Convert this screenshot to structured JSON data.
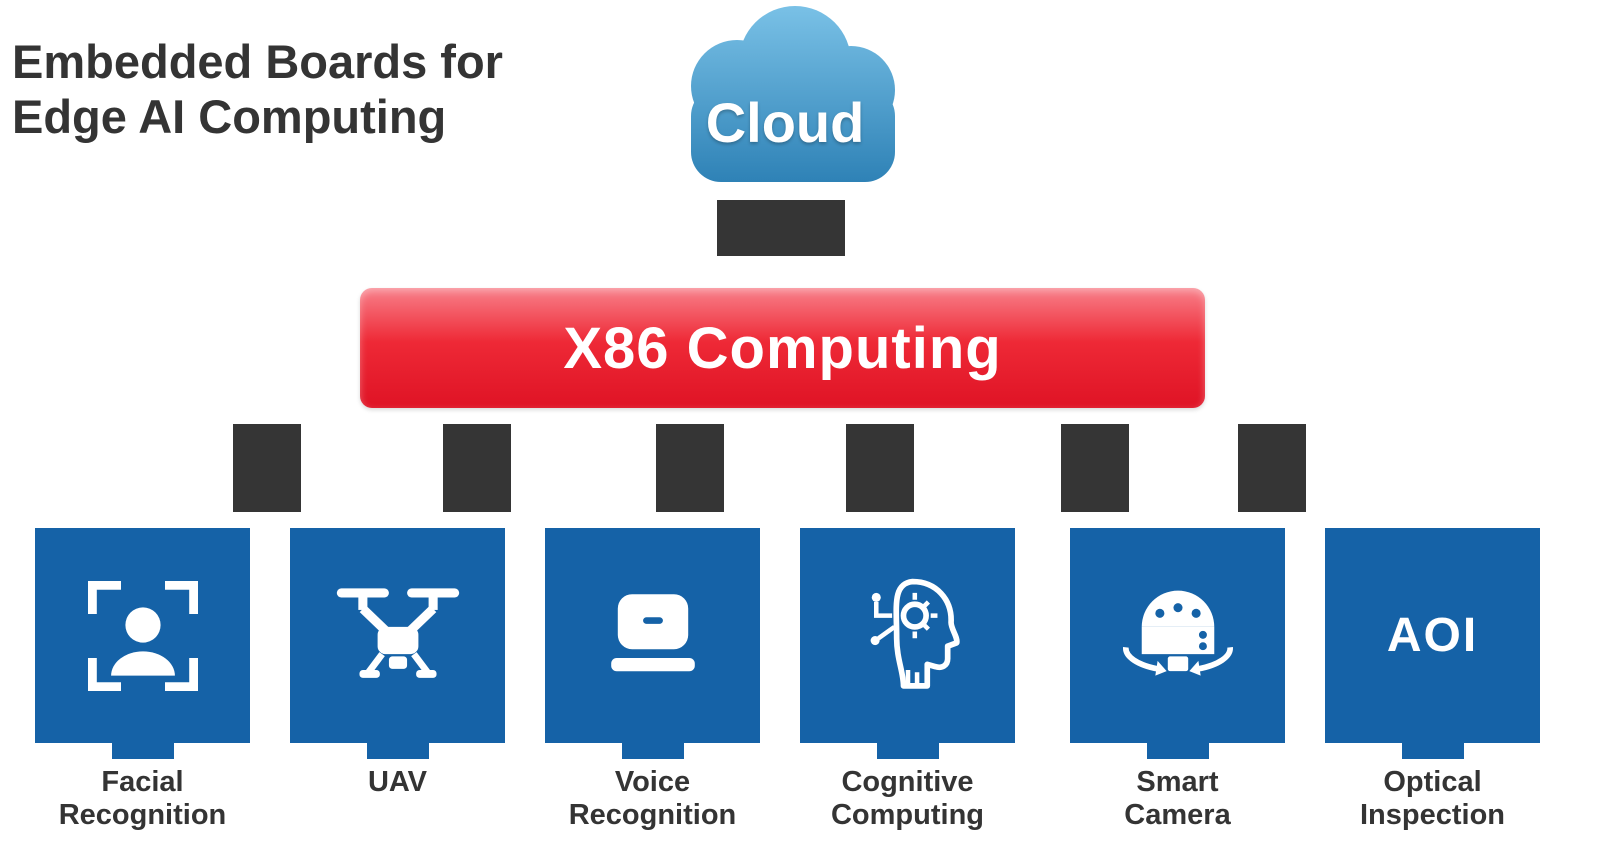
{
  "title": {
    "line1": "Embedded Boards for",
    "line2": "Edge AI Computing"
  },
  "cloud": {
    "label": "Cloud"
  },
  "banner": {
    "label": "X86 Computing"
  },
  "applications": [
    {
      "label_line1": "Facial",
      "label_line2": "Recognition",
      "icon": "facial-recognition-icon"
    },
    {
      "label_line1": "UAV",
      "label_line2": "",
      "icon": "drone-icon"
    },
    {
      "label_line1": "Voice",
      "label_line2": "Recognition",
      "icon": "smart-speaker-icon"
    },
    {
      "label_line1": "Cognitive",
      "label_line2": "Computing",
      "icon": "ai-head-icon"
    },
    {
      "label_line1": "Smart",
      "label_line2": "Camera",
      "icon": "robot-camera-icon"
    },
    {
      "label_line1": "Optical",
      "label_line2": "Inspection",
      "icon": "aoi-icon",
      "icon_text": "AOI"
    }
  ],
  "colors": {
    "box_blue": "#1562A7",
    "banner_red": "#E8202E",
    "dark_connector": "#353535",
    "cloud_blue": "#3E94C6",
    "text_dark": "#343434"
  }
}
